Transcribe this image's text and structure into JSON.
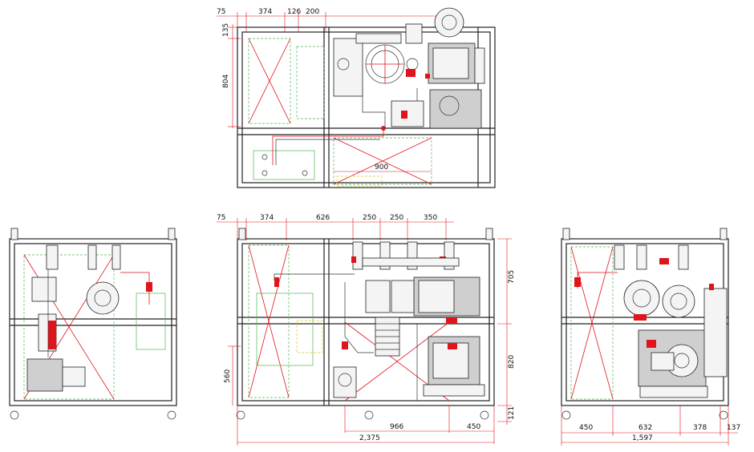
{
  "top_view": {
    "dims_top": [
      "75",
      "374",
      "126",
      "200"
    ],
    "dims_left": [
      "135",
      "804"
    ],
    "dim_inner": "900"
  },
  "left_view": {},
  "front_view": {
    "dims_top": [
      "75",
      "374",
      "626",
      "250",
      "250",
      "350"
    ],
    "dims_right": [
      "705",
      "820",
      "121"
    ],
    "dim_left": "560",
    "dims_bottom": [
      "966",
      "450"
    ],
    "dim_total": "2,375"
  },
  "right_view": {
    "dims_bottom": [
      "450",
      "632",
      "378",
      "137"
    ],
    "dim_total": "1,597"
  },
  "colors": {
    "frame": "#222222",
    "dimension": "#e0141b",
    "hidden_line": "#49b84a",
    "highlight": "#d6cc1c"
  }
}
